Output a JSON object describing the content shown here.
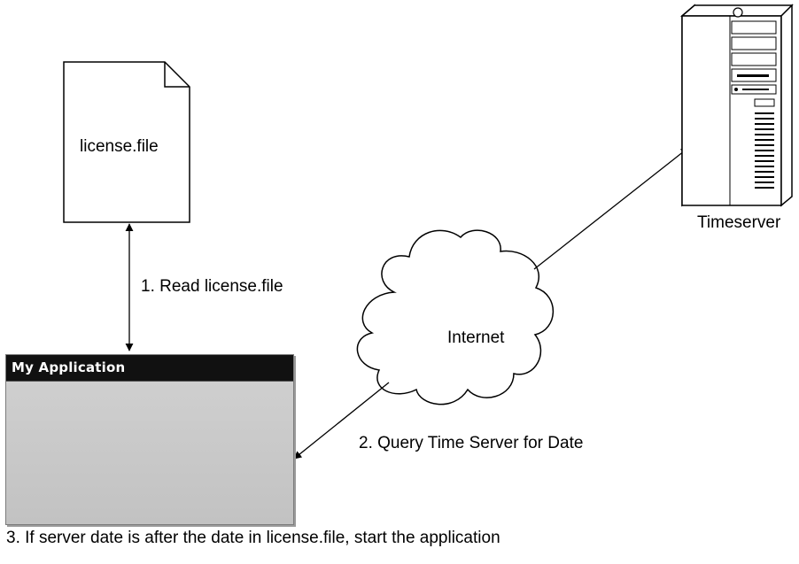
{
  "file": {
    "name": "license.file"
  },
  "app": {
    "title": "My Application"
  },
  "cloud": {
    "label": "Internet"
  },
  "server": {
    "label": "Timeserver"
  },
  "steps": {
    "read": "1. Read license.file",
    "query": "2. Query Time Server for Date",
    "start": "3. If server date is after the date in license.file, start the application"
  },
  "colors": {
    "line": "#000000",
    "window_title_bg": "#111111",
    "window_body": "#c8c8c8",
    "background": "#ffffff"
  }
}
